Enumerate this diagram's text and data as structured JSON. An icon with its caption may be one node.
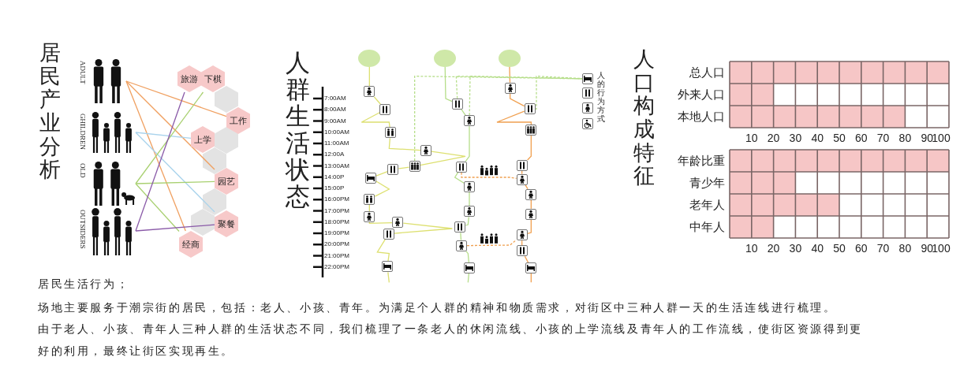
{
  "diagram": {
    "nodes": [
      {
        "text": [
          "ADULT"
        ]
      },
      {
        "text": [
          "GHILDREN"
        ]
      },
      {
        "text": [
          "OLD"
        ]
      },
      {
        "text": [
          "OUTSIDERS"
        ]
      },
      {
        "text": [
          "旅游"
        ]
      },
      {
        "text": [
          "下棋"
        ]
      },
      {
        "text": [
          "工作"
        ]
      },
      {
        "text": [
          "上学"
        ]
      },
      {
        "text": [
          "园艺"
        ]
      },
      {
        "text": [
          "聚餐"
        ]
      },
      {
        "text": [
          "经商"
        ]
      },
      {
        "text": [],
        "shape": "circle"
      },
      {
        "text": [],
        "shape": "circle"
      },
      {
        "text": [],
        "shape": "circle"
      },
      {
        "text": [],
        "shape": "picture"
      },
      {
        "text": [],
        "shape": "picture"
      },
      {
        "text": [],
        "shape": "picture"
      },
      {
        "text": [],
        "shape": "picture"
      },
      {
        "text": [],
        "shape": "picture"
      },
      {
        "text": [],
        "shape": "picture"
      },
      {
        "text": [],
        "shape": "picture"
      },
      {
        "text": [],
        "shape": "picture"
      },
      {
        "text": [],
        "shape": "picture"
      },
      {
        "text": [],
        "shape": "picture"
      },
      {
        "text": [],
        "shape": "picture"
      },
      {
        "text": [],
        "shape": "picture"
      },
      {
        "text": [],
        "shape": "picture"
      },
      {
        "text": [],
        "shape": "picture"
      },
      {
        "text": [],
        "shape": "picture"
      },
      {
        "text": [],
        "shape": "picture"
      },
      {
        "text": [],
        "shape": "picture"
      },
      {
        "text": [],
        "shape": "picture"
      },
      {
        "text": [],
        "shape": "picture"
      },
      {
        "text": [],
        "shape": "picture"
      },
      {
        "text": [],
        "shape": "picture"
      },
      {
        "text": [],
        "shape": "picture"
      },
      {
        "text": [],
        "shape": "picture"
      },
      {
        "text": [],
        "shape": "picture"
      },
      {
        "text": [],
        "shape": "picture"
      },
      {
        "text": [],
        "shape": "picture"
      },
      {
        "text": [],
        "shape": "picture"
      },
      {
        "text": [],
        "shape": "picture"
      },
      {
        "text": [],
        "shape": "picture"
      },
      {
        "text": [],
        "shape": "picture"
      },
      {
        "text": [],
        "shape": "picture"
      },
      {
        "text": [],
        "shape": "picture"
      },
      {
        "text": [],
        "shape": "picture"
      },
      {
        "text": [],
        "shape": "picture"
      }
    ],
    "edges": [
      {
        "from": 0,
        "to": 6,
        "arrow": "none",
        "color": "#f0a060"
      },
      {
        "from": 0,
        "to": 8,
        "arrow": "none",
        "color": "#f0a060"
      },
      {
        "from": 0,
        "to": 10,
        "arrow": "none",
        "color": "#f0a060"
      },
      {
        "from": 1,
        "to": 7,
        "arrow": "none",
        "color": "#a9d3ec"
      },
      {
        "from": 1,
        "to": 9,
        "arrow": "none",
        "color": "#a9d3ec"
      },
      {
        "from": 2,
        "to": 5,
        "arrow": "none",
        "color": "#a8d070"
      },
      {
        "from": 2,
        "to": 8,
        "arrow": "none",
        "color": "#a8d070"
      },
      {
        "from": 2,
        "to": 10,
        "arrow": "none",
        "color": "#a8d070"
      },
      {
        "from": 3,
        "to": 4,
        "arrow": "none",
        "color": "#8a5aa8"
      },
      {
        "from": 3,
        "to": 9,
        "arrow": "none",
        "color": "#8a5aa8"
      },
      {
        "from": 11,
        "to": 14,
        "arrow": "none",
        "color": "#dde070"
      },
      {
        "from": 14,
        "to": 15,
        "arrow": "none",
        "color": "#dde070"
      },
      {
        "from": 15,
        "to": 16,
        "arrow": "none",
        "color": "#dde070"
      },
      {
        "from": 16,
        "to": 17,
        "arrow": "none",
        "color": "#dde070"
      },
      {
        "from": 17,
        "to": 18,
        "arrow": "none",
        "color": "#dde070"
      },
      {
        "from": 18,
        "to": 19,
        "arrow": "none",
        "color": "#dde070"
      },
      {
        "from": 19,
        "to": 20,
        "arrow": "none",
        "color": "#dde070"
      },
      {
        "from": 20,
        "to": 21,
        "arrow": "none",
        "color": "#dde070"
      },
      {
        "from": 21,
        "to": 22,
        "arrow": "none",
        "color": "#dde070"
      },
      {
        "from": 22,
        "to": 23,
        "arrow": "none",
        "color": "#dde070"
      },
      {
        "from": 23,
        "to": 24,
        "arrow": "none",
        "color": "#dde070"
      },
      {
        "from": 24,
        "to": 25,
        "arrow": "none",
        "color": "#dde070"
      },
      {
        "from": 25,
        "to": null,
        "arrow": "none",
        "color": "#dde070"
      },
      {
        "from": 12,
        "to": 26,
        "arrow": "none",
        "color": "#b6de8a"
      },
      {
        "from": 26,
        "to": 27,
        "arrow": "none",
        "color": "#b6de8a"
      },
      {
        "from": 27,
        "to": 28,
        "arrow": "none",
        "color": "#b6de8a"
      },
      {
        "from": 28,
        "to": 29,
        "arrow": "none",
        "color": "#b6de8a"
      },
      {
        "from": 29,
        "to": 30,
        "arrow": "none",
        "color": "#b6de8a"
      },
      {
        "from": 30,
        "to": 31,
        "arrow": "none",
        "color": "#b6de8a"
      },
      {
        "from": 31,
        "to": 32,
        "arrow": "none",
        "color": "#b6de8a"
      },
      {
        "from": 32,
        "to": 33,
        "arrow": "none",
        "color": "#b6de8a"
      },
      {
        "from": 33,
        "to": null,
        "arrow": "none",
        "color": "#b6de8a"
      },
      {
        "from": 13,
        "to": 34,
        "arrow": "none",
        "color": "#f0a050"
      },
      {
        "from": 34,
        "to": 35,
        "arrow": "none",
        "color": "#f0a050"
      },
      {
        "from": 35,
        "to": 36,
        "arrow": "none",
        "color": "#f0a050"
      },
      {
        "from": 36,
        "to": 37,
        "arrow": "none",
        "color": "#f0a050"
      },
      {
        "from": 37,
        "to": 38,
        "arrow": "none",
        "color": "#f0a050"
      },
      {
        "from": 38,
        "to": 39,
        "arrow": "none",
        "color": "#f0a050"
      },
      {
        "from": 39,
        "to": 40,
        "arrow": "none",
        "color": "#f0a050"
      },
      {
        "from": 40,
        "to": 41,
        "arrow": "none",
        "color": "#f0a050"
      },
      {
        "from": 41,
        "to": 42,
        "arrow": "none",
        "color": "#f0a050"
      },
      {
        "from": 42,
        "to": 43,
        "arrow": "none",
        "color": "#f0a050"
      },
      {
        "from": 43,
        "to": null,
        "arrow": "none",
        "color": "#f0a050"
      },
      {
        "from": 18,
        "to": 44,
        "arrow": "none",
        "style": "dashed",
        "color": "#b6de8a"
      },
      {
        "from": 26,
        "to": 44,
        "arrow": "none",
        "style": "dashed",
        "color": "#b6de8a"
      },
      {
        "from": 27,
        "to": 44,
        "arrow": "none",
        "style": "dashed",
        "color": "#b6de8a"
      },
      {
        "from": 35,
        "to": 44,
        "arrow": "none",
        "style": "dashed",
        "color": "#b6de8a"
      },
      {
        "from": 28,
        "to": 38,
        "arrow": "none",
        "style": "dashed",
        "color": "#f0a050"
      },
      {
        "from": 32,
        "to": 41,
        "arrow": "none",
        "style": "dashed",
        "color": "#f0a050"
      }
    ],
    "labels": [
      "居民产业分析",
      "人群生活状态",
      "7:00AM",
      "8:00AM",
      "9:00AM",
      "10:00AM",
      "11:00AM",
      "12:00A",
      "13:00AM",
      "14:00P",
      "15:00P",
      "16:00PM",
      "17:00PM",
      "18:00PM",
      "19:00PM",
      "20:00PM",
      "21:00PM",
      "22:00PM",
      "人的行为方式",
      "人口构成特征",
      "居民生活行为；",
      "场地主要服务于潮宗街的居民，包括：老人、小孩、青年。为满足个人群的精神和物质需求，对街区中三种人群一天的生活连线进行梳理。",
      "由于老人、小孩、青年人三种人群的生活状态不同，我们梳理了一条老人的休闲流线、小孩的上学流线及青年人的工作流线，使街区资源得到更好的利用，最终让街区实现再生。"
    ],
    "chart_data": [
      {
        "type": "bar",
        "orientation": "horizontal",
        "categories": [
          "总人口",
          "外来人口",
          "本地人口"
        ],
        "values": [
          100,
          20,
          80
        ],
        "xlim": [
          0,
          100
        ],
        "grid": true,
        "xticks": [
          10,
          20,
          30,
          40,
          50,
          60,
          70,
          80,
          90,
          100
        ],
        "color": "#f6c6c6"
      },
      {
        "type": "bar",
        "orientation": "horizontal",
        "categories": [
          "年龄比重",
          "青少年",
          "老年人",
          "中年人"
        ],
        "values": [
          100,
          30,
          50,
          20
        ],
        "xlim": [
          0,
          100
        ],
        "grid": true,
        "xticks": [
          10,
          20,
          30,
          40,
          50,
          60,
          70,
          80,
          90,
          100
        ],
        "color": "#f6c6c6"
      }
    ]
  }
}
